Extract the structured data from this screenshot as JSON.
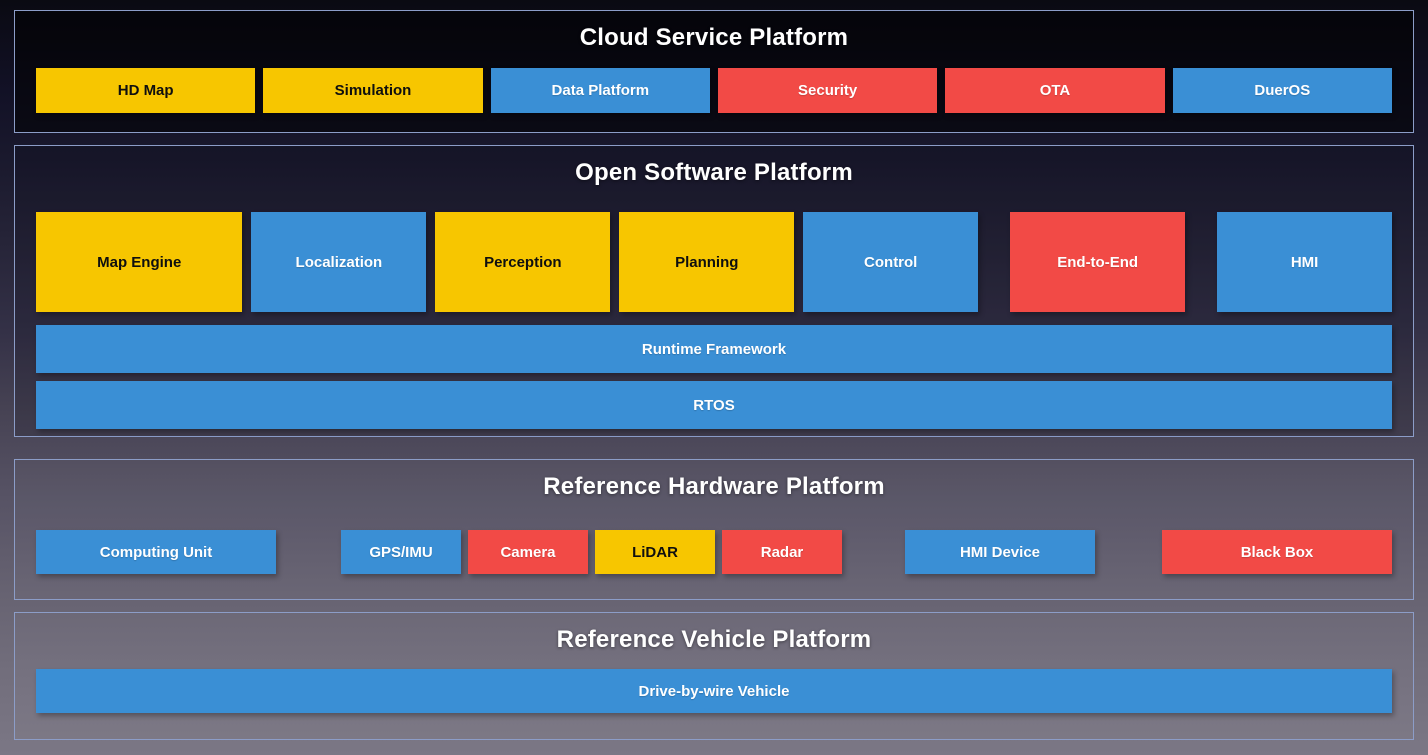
{
  "colors": {
    "yellow": "#F7C600",
    "blue": "#3A8FD5",
    "red": "#F24A46",
    "section_border": "#8C9DC8",
    "title_text": "#FFFFFF"
  },
  "sections": {
    "cloud": {
      "title": "Cloud Service Platform",
      "items": [
        {
          "label": "HD Map",
          "color": "yellow"
        },
        {
          "label": "Simulation",
          "color": "yellow"
        },
        {
          "label": "Data Platform",
          "color": "blue"
        },
        {
          "label": "Security",
          "color": "red"
        },
        {
          "label": "OTA",
          "color": "red"
        },
        {
          "label": "DuerOS",
          "color": "blue"
        }
      ]
    },
    "software": {
      "title": "Open Software Platform",
      "modules": [
        {
          "label": "Map Engine",
          "color": "yellow"
        },
        {
          "label": "Localization",
          "color": "blue"
        },
        {
          "label": "Perception",
          "color": "yellow"
        },
        {
          "label": "Planning",
          "color": "yellow"
        },
        {
          "label": "Control",
          "color": "blue"
        },
        {
          "label": "End-to-End",
          "color": "red"
        },
        {
          "label": "HMI",
          "color": "blue"
        }
      ],
      "bars": [
        {
          "label": "Runtime Framework",
          "color": "blue"
        },
        {
          "label": "RTOS",
          "color": "blue"
        }
      ]
    },
    "hardware": {
      "title": "Reference Hardware Platform",
      "items": [
        {
          "label": "Computing Unit",
          "color": "blue"
        },
        {
          "label": "GPS/IMU",
          "color": "blue"
        },
        {
          "label": "Camera",
          "color": "red"
        },
        {
          "label": "LiDAR",
          "color": "yellow"
        },
        {
          "label": "Radar",
          "color": "red"
        },
        {
          "label": "HMI Device",
          "color": "blue"
        },
        {
          "label": "Black Box",
          "color": "red"
        }
      ]
    },
    "vehicle": {
      "title": "Reference Vehicle Platform",
      "bar": {
        "label": "Drive-by-wire Vehicle",
        "color": "blue"
      }
    }
  }
}
